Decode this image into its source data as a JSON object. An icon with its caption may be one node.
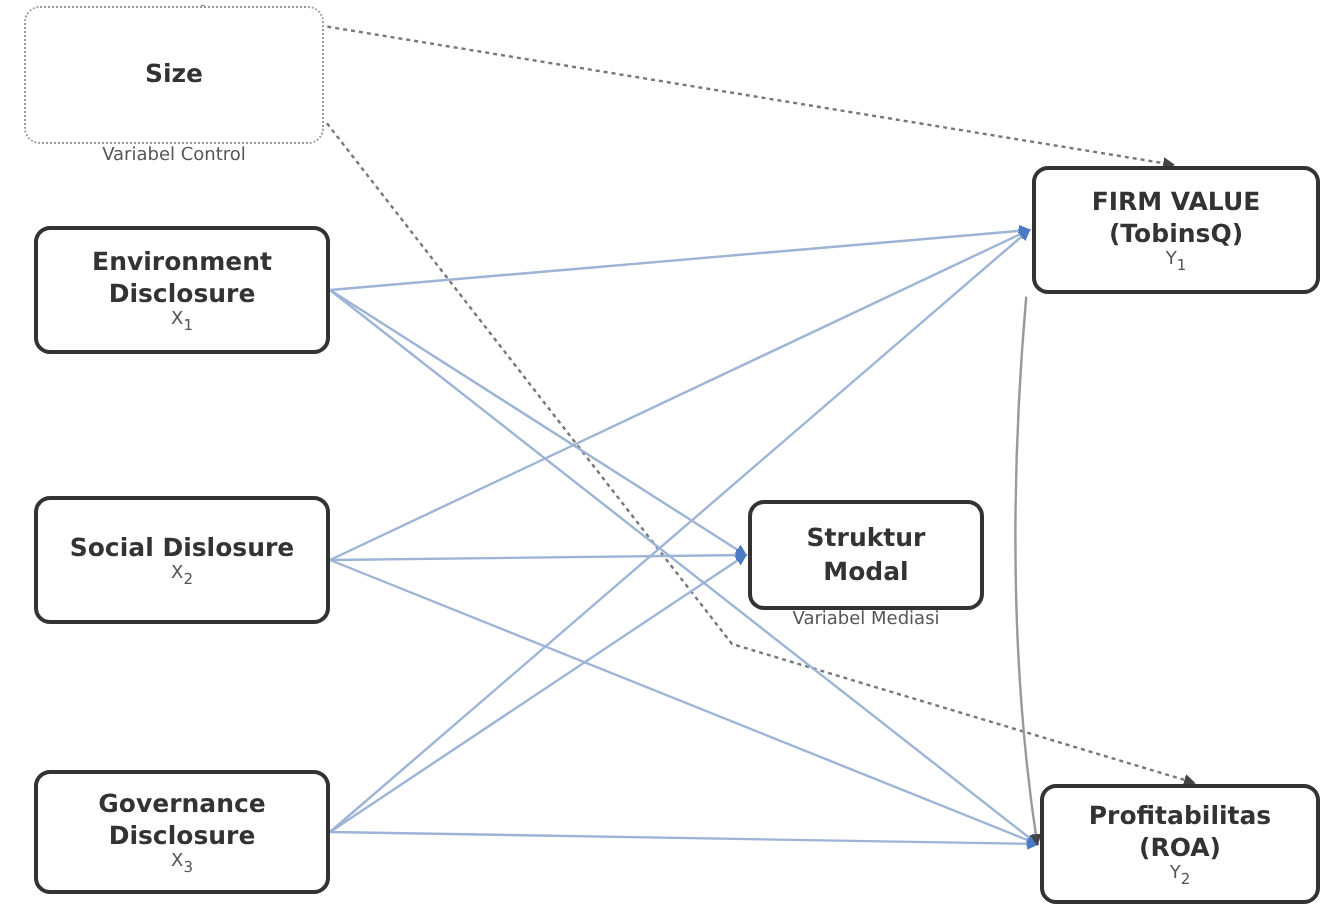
{
  "diagram": {
    "nodes": [
      {
        "text": [
          "Size"
        ],
        "beside": [
          "Variabel Control"
        ]
      },
      {
        "text": [
          "Environment Disclosure",
          "X$_{1}$"
        ]
      },
      {
        "text": [
          "Social Dislosure",
          "X$_{2}$"
        ]
      },
      {
        "text": [
          "Governance Disclosure",
          "X$_{3}$"
        ]
      },
      {
        "text": [
          "Struktur Modal"
        ],
        "beside": [
          "Variabel Mediasi"
        ]
      },
      {
        "text": [
          "FIRM VALUE (TobinsQ)",
          "Y$_{1}$"
        ]
      },
      {
        "text": [
          "Profitabilitas (ROA)",
          "Y$_{2}$"
        ]
      }
    ],
    "edges": [
      {
        "from": 0,
        "to": 5,
        "arrow": "to",
        "style": "dashed",
        "color": "#777777"
      },
      {
        "from": 0,
        "to": 6,
        "arrow": "to",
        "style": "dashed",
        "color": "#777777"
      },
      {
        "from": 1,
        "to": 5,
        "arrow": "to"
      },
      {
        "from": 1,
        "to": 4,
        "arrow": "to"
      },
      {
        "from": 1,
        "to": 6,
        "arrow": "to"
      },
      {
        "from": 2,
        "to": 5,
        "arrow": "to"
      },
      {
        "from": 2,
        "to": 4,
        "arrow": "to"
      },
      {
        "from": 2,
        "to": 6,
        "arrow": "to"
      },
      {
        "from": 3,
        "to": 5,
        "arrow": "to"
      },
      {
        "from": 3,
        "to": 4,
        "arrow": "to"
      },
      {
        "from": 3,
        "to": 6,
        "arrow": "to"
      },
      {
        "from": 5,
        "to": 6,
        "arrow": "to",
        "color": "#999999"
      }
    ]
  }
}
